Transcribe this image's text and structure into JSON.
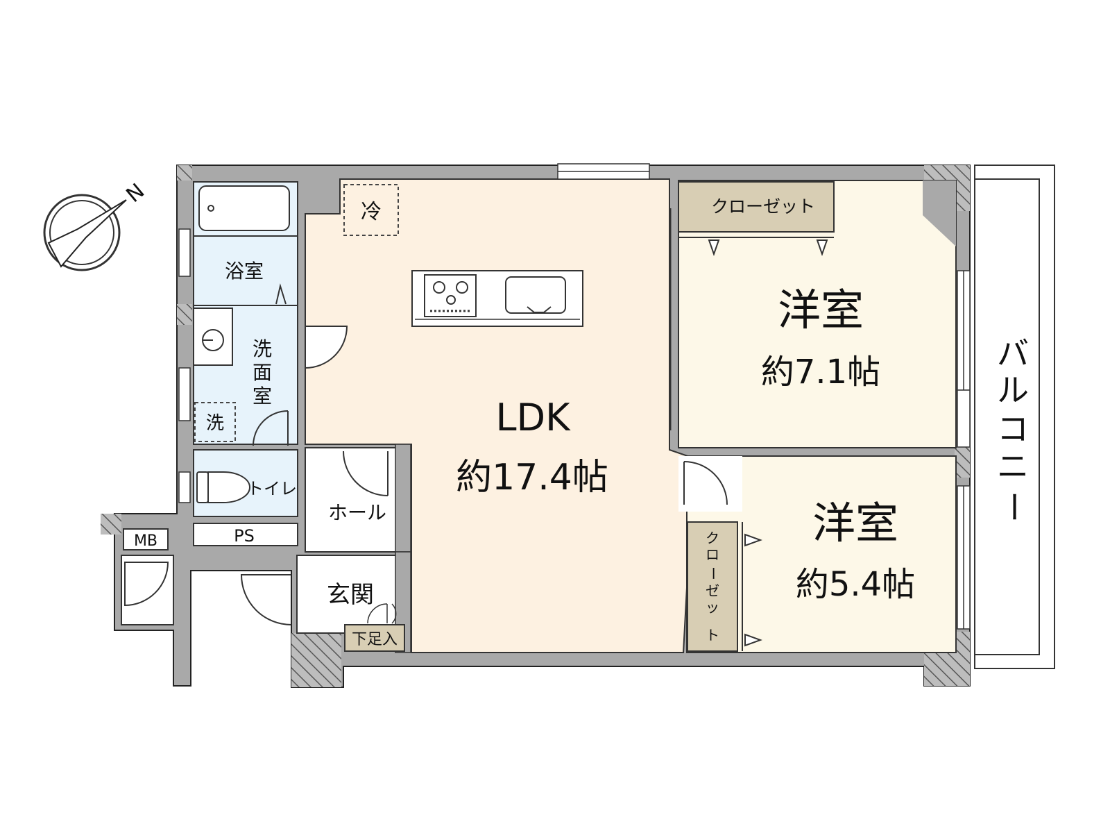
{
  "compass": {
    "north_label": "N"
  },
  "rooms": {
    "ldk": {
      "label": "LDK",
      "size": "約17.4帖"
    },
    "western_room_1": {
      "label": "洋室",
      "size": "約7.1帖"
    },
    "western_room_2": {
      "label": "洋室",
      "size": "約5.4帖"
    },
    "bathroom": {
      "label": "浴室"
    },
    "washroom": {
      "label_lines": [
        "洗",
        "面",
        "室"
      ]
    },
    "washing_machine": {
      "label": "洗"
    },
    "toilet": {
      "label": "トイレ"
    },
    "hall": {
      "label": "ホール"
    },
    "entrance": {
      "label": "玄関"
    },
    "shoe_closet": {
      "label": "下足入"
    },
    "ps": {
      "label": "PS"
    },
    "mb": {
      "label": "MB"
    },
    "refrigerator": {
      "label": "冷"
    },
    "closet_1": {
      "label": "クローゼット"
    },
    "closet_2": {
      "label_lines": [
        "ク",
        "ロ",
        "ー",
        "ゼ",
        "ッ",
        "ト"
      ]
    },
    "balcony": {
      "label_lines": [
        "バ",
        "ル",
        "コ",
        "ニ",
        "ー"
      ]
    }
  },
  "colors": {
    "ldk": "#fdf1e1",
    "western_rooms": "#fdf8e8",
    "wet_areas": "#e7f3fb",
    "closet": "#d8ceb4",
    "wall": "#a9a9a9",
    "hatch": "#666666"
  }
}
